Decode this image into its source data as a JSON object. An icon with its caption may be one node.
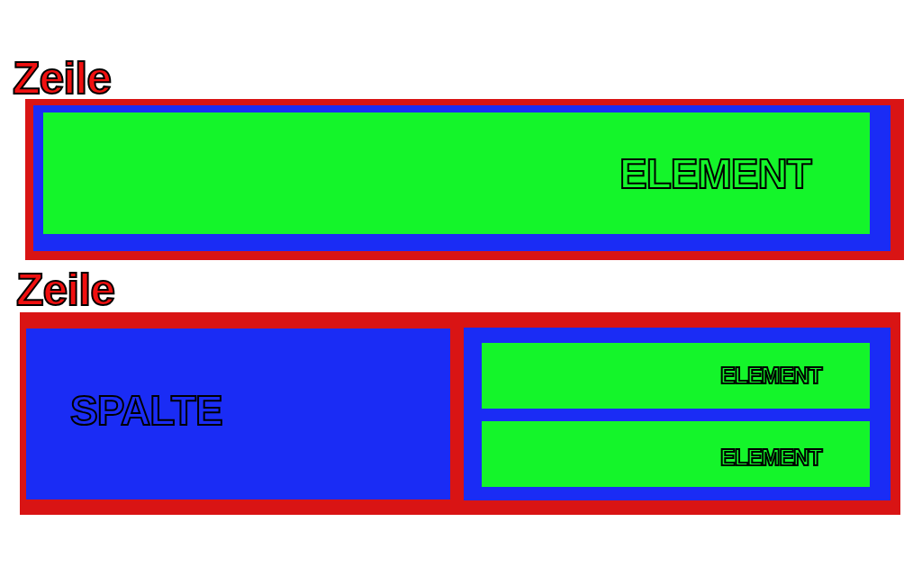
{
  "diagram": {
    "nodes": [
      {
        "text": [
          "Zeile"
        ]
      },
      {
        "text": [],
        "shape": "box",
        "in": 0
      },
      {
        "text": [
          "ELEMENT"
        ],
        "in": 1
      },
      {
        "text": [
          "Zeile"
        ]
      },
      {
        "text": [
          "SPALTE"
        ],
        "in": 3
      },
      {
        "text": [],
        "shape": "box",
        "in": 3
      },
      {
        "text": [
          "ELEMENT"
        ],
        "in": 5
      },
      {
        "text": [
          "ELEMENT"
        ],
        "in": 5
      }
    ]
  }
}
